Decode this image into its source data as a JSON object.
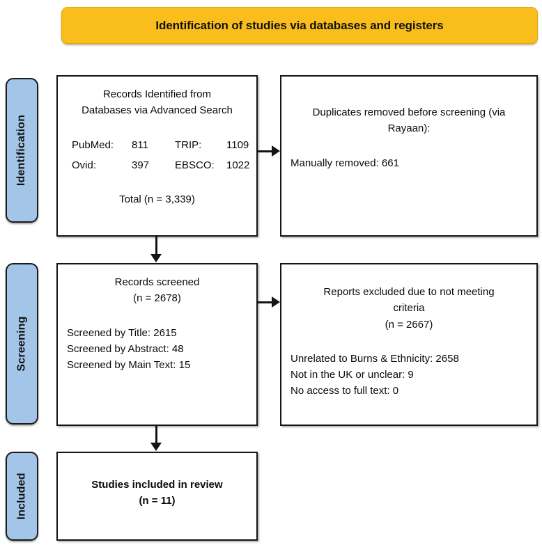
{
  "banner": {
    "title": "Identification of studies via databases and registers",
    "color": "#f9be1c"
  },
  "stages": {
    "accent_color": "#a3c6e8",
    "identification": "Identification",
    "screening": "Screening",
    "included": "Included"
  },
  "boxes": {
    "records_identified": {
      "heading_line1": "Records Identified from",
      "heading_line2": "Databases via Advanced Search",
      "sources": [
        {
          "label": "PubMed:",
          "value": "811",
          "label2": "TRIP:",
          "value2": "1109"
        },
        {
          "label": "Ovid:",
          "value": "397",
          "label2": "EBSCO:",
          "value2": "1022"
        }
      ],
      "total": "Total (n = 3,339)"
    },
    "duplicates_removed": {
      "heading": "Duplicates removed before screening (via Rayaan):",
      "detail": "Manually removed: 661"
    },
    "records_screened": {
      "heading": "Records screened",
      "count": "(n = 2678)",
      "details": [
        "Screened by Title: 2615",
        "Screened by Abstract: 48",
        "Screened by Main Text: 15"
      ]
    },
    "reports_excluded": {
      "heading_line1": "Reports excluded due to not meeting",
      "heading_line2": "criteria",
      "count": "(n = 2667)",
      "details": [
        "Unrelated to Burns & Ethnicity: 2658",
        "Not in the UK or unclear: 9",
        "No access to full text: 0"
      ]
    },
    "studies_included": {
      "heading": "Studies included in review",
      "count": "(n = 11)"
    }
  },
  "connectors": {
    "identification_to_screening": "arrow-down-icon",
    "identification_to_duplicates": "arrow-right-icon",
    "screening_to_excluded": "arrow-right-icon",
    "screening_to_included": "arrow-down-icon"
  }
}
